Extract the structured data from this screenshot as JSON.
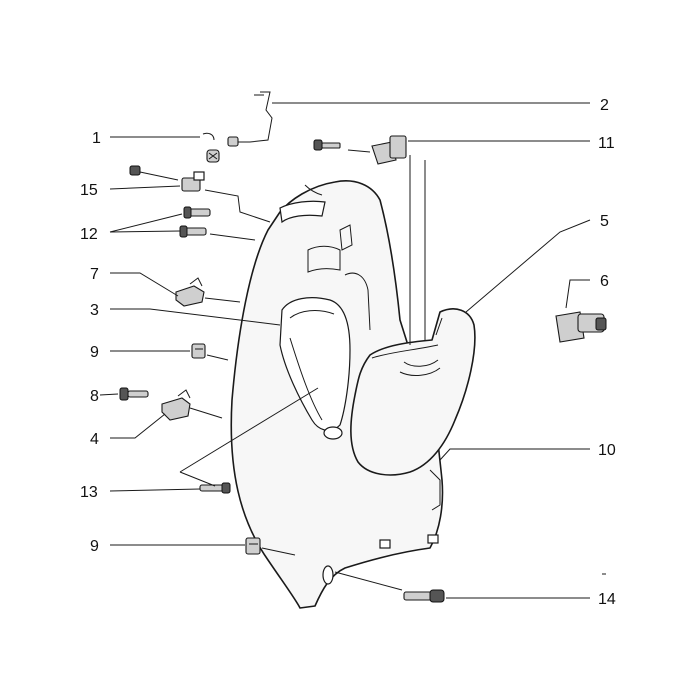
{
  "callouts": {
    "c1": "1",
    "c2": "2",
    "c3": "3",
    "c4": "4",
    "c5": "5",
    "c6": "6",
    "c7": "7",
    "c8": "8",
    "c9a": "9",
    "c9b": "9",
    "c10": "10",
    "c11": "11",
    "c12": "12",
    "c13": "13",
    "c14": "14",
    "c15": "15"
  }
}
